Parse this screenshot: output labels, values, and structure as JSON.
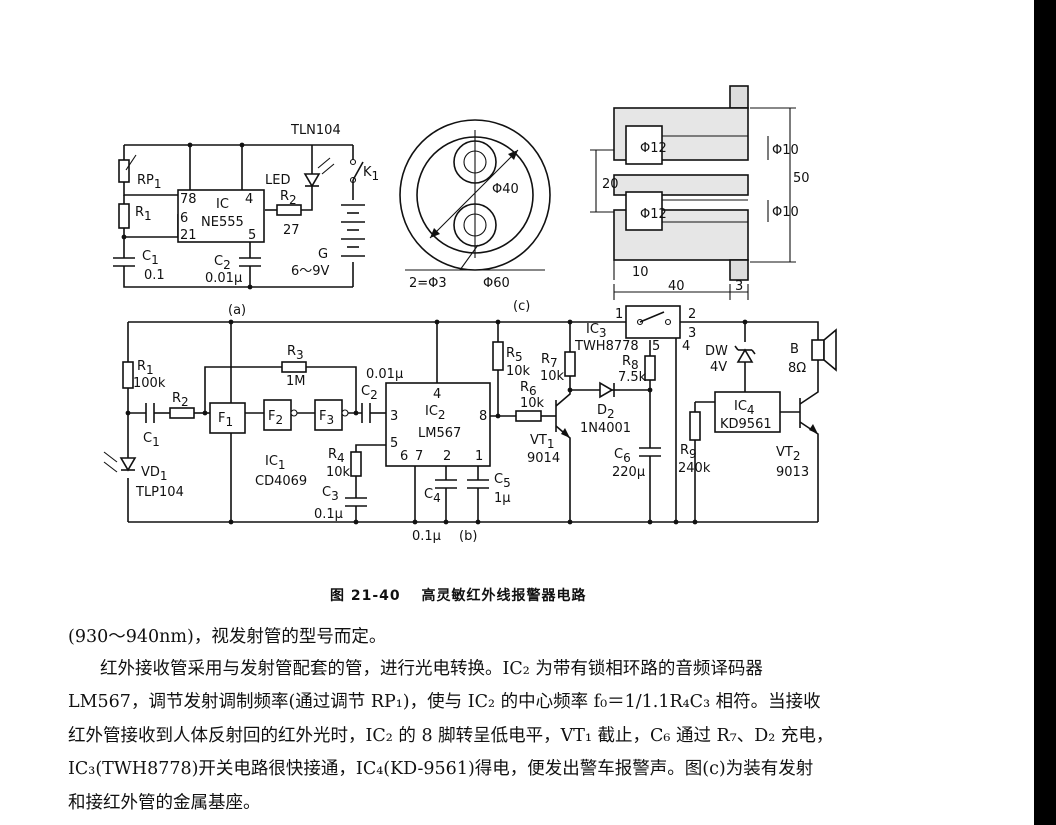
{
  "figure": {
    "a": {
      "sub": "(a)",
      "tln": "TLN104",
      "rp1": "RP",
      "rp1_s": "1",
      "r1": "R",
      "r1_s": "1",
      "c1": "C",
      "c1_s": "1",
      "c1_v": "0.1",
      "ic": "IC",
      "ic_model": "NE555",
      "pin78": "78",
      "pin4": "4",
      "pin6": "6",
      "pin21": "21",
      "pin5": "5",
      "led": "LED",
      "r2": "R",
      "r2_s": "2",
      "r2_v": "27",
      "c2": "C",
      "c2_s": "2",
      "c2_v": "0.01μ",
      "k1": "K",
      "k1_s": "1",
      "g": "G",
      "g_v": "6～9V"
    },
    "c": {
      "sub": "(c)",
      "d40": "Φ40",
      "d3": "2=Φ3",
      "d60": "Φ60",
      "d12a": "Φ12",
      "d12b": "Φ12",
      "d10a": "Φ10",
      "d10b": "Φ10",
      "h20": "20",
      "h50": "50",
      "w10": "10",
      "w40": "40",
      "w3": "3"
    },
    "b": {
      "sub": "(b)",
      "r1": "R",
      "r1_s": "1",
      "r1_v": "100k",
      "r2": "R",
      "r2_s": "2",
      "c1": "C",
      "c1_s": "1",
      "vd1": "VD",
      "vd1_s": "1",
      "vd1_v": "TLP104",
      "r3": "R",
      "r3_s": "3",
      "r3_v": "1M",
      "f1": "F",
      "f1_s": "1",
      "f2": "F",
      "f2_s": "2",
      "f3": "F",
      "f3_s": "3",
      "ic1": "IC",
      "ic1_s": "1",
      "ic1_v": "CD4069",
      "c2": "C",
      "c2_s": "2",
      "c2_v": "0.01μ",
      "ic2": "IC",
      "ic2_s": "2",
      "ic2_v": "LM567",
      "p3": "3",
      "p4": "4",
      "p8": "8",
      "p5": "5",
      "p6": "6",
      "p7": "7",
      "p2": "2",
      "p1": "1",
      "r4": "R",
      "r4_s": "4",
      "r4_v": "10k",
      "c3": "C",
      "c3_s": "3",
      "c3_v": "0.1μ",
      "c4": "C",
      "c4_s": "4",
      "c4_v": "0.1μ",
      "c5": "C",
      "c5_s": "5",
      "c5_v": "1μ",
      "r5": "R",
      "r5_s": "5",
      "r5_v": "10k",
      "r6": "R",
      "r6_s": "6",
      "r6_v": "10k",
      "r7": "R",
      "r7_s": "7",
      "r7_v": "10k",
      "vt1": "VT",
      "vt1_s": "1",
      "vt1_v": "9014",
      "ic3": "IC",
      "ic3_s": "3",
      "ic3_v": "TWH8778",
      "s1": "1",
      "s2": "2",
      "s3": "3",
      "s4": "4",
      "s5": "5",
      "r8": "R",
      "r8_s": "8",
      "r8_v": "7.5k",
      "d2": "D",
      "d2_s": "2",
      "d2_v": "1N4001",
      "c6": "C",
      "c6_s": "6",
      "c6_v": "220μ",
      "r9": "R",
      "r9_s": "9",
      "r9_v": "240k",
      "dw": "DW",
      "dw_v": "4V",
      "ic4": "IC",
      "ic4_s": "4",
      "ic4_v": "KD9561",
      "b": "B",
      "b_v": "8Ω",
      "vt2": "VT",
      "vt2_s": "2",
      "vt2_v": "9013"
    },
    "caption": "图 21-40　 高灵敏红外线报警器电路"
  },
  "text": {
    "line0": "(930～940nm)，视发射管的型号而定。",
    "line1": "红外接收管采用与发射管配套的管，进行光电转换。IC₂ 为带有锁相环路的音频译码器",
    "line2": "LM567，调节发射调制频率(通过调节 RP₁)，使与 IC₂ 的中心频率 f₀＝1/1.1R₄C₃ 相符。当接收",
    "line3": "红外管接收到人体反射回的红外光时，IC₂ 的 8 脚转呈低电平，VT₁ 截止，C₆ 通过 R₇、D₂ 充电，",
    "line4": "IC₃(TWH8778)开关电路很快接通，IC₄(KD-9561)得电，便发出警车报警声。图(c)为装有发射",
    "line5": "和接红外管的金属基座。"
  }
}
